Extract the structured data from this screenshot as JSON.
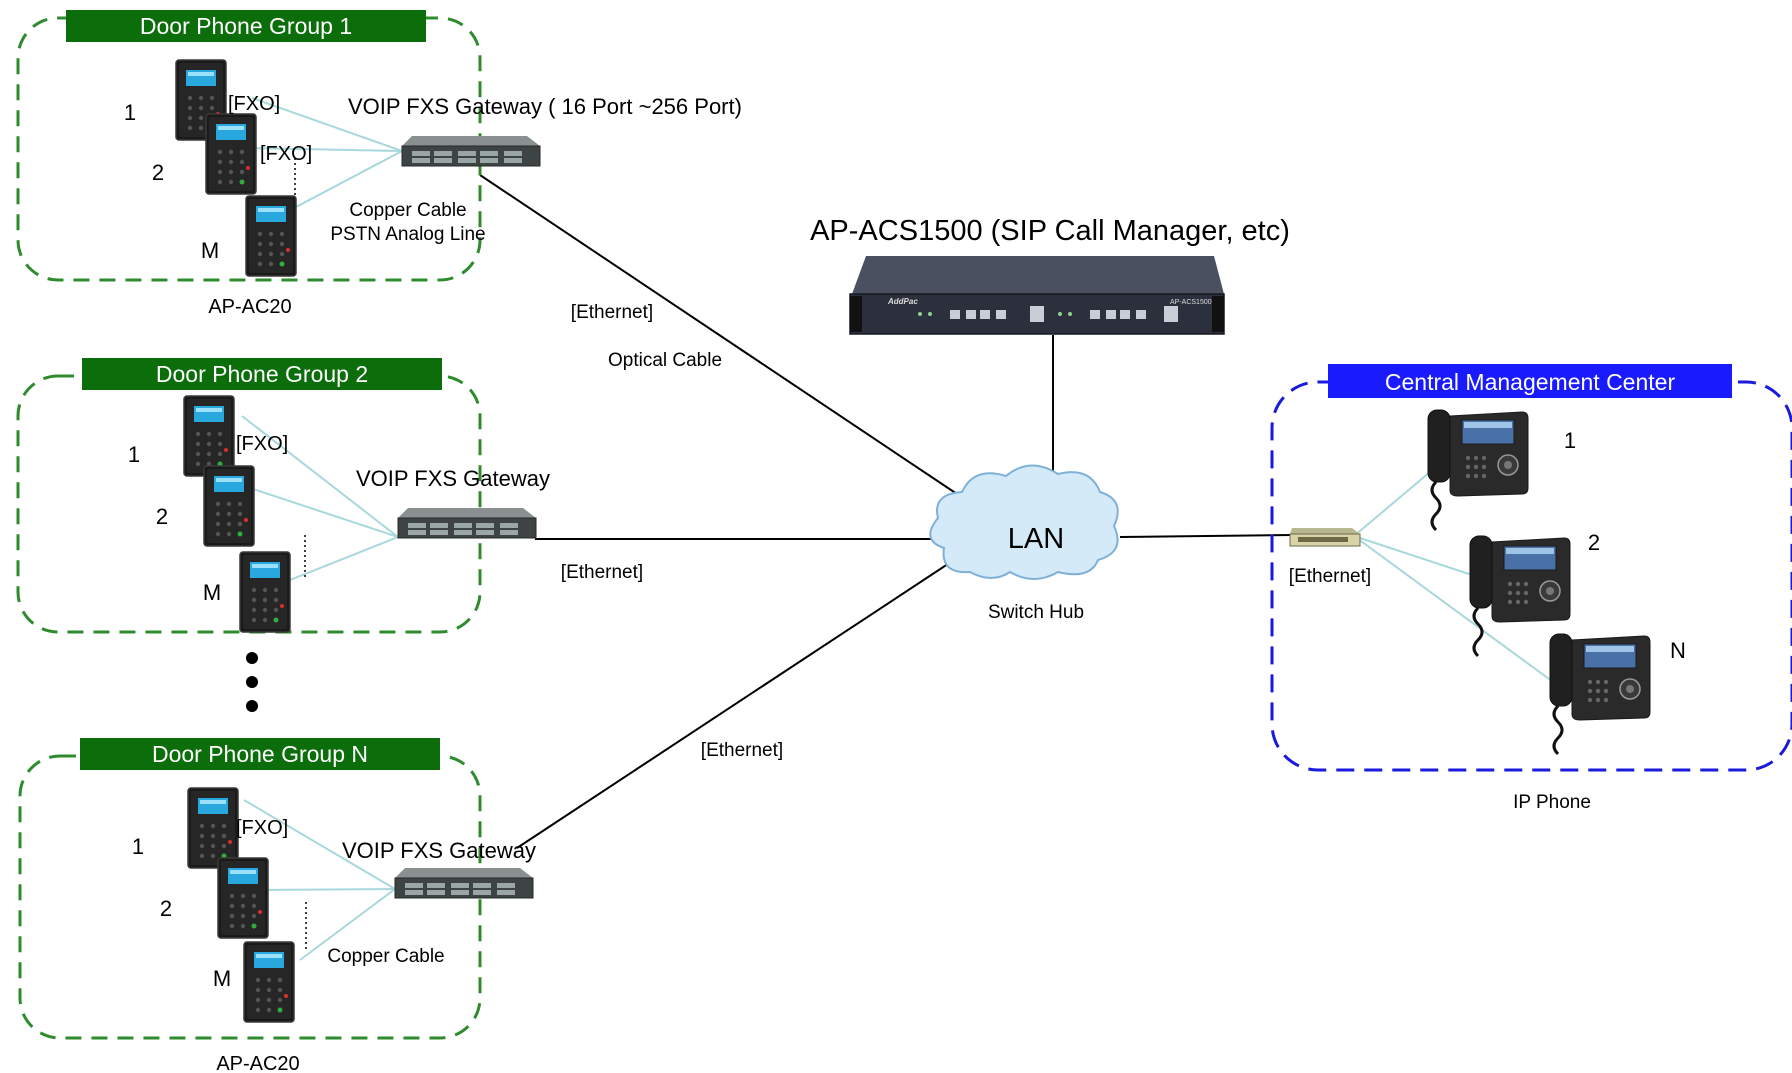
{
  "groups": [
    {
      "title": "Door Phone Group 1",
      "phone_numbers": [
        "1",
        "2",
        "M"
      ],
      "fxo_labels": [
        "[FXO]",
        "[FXO]"
      ],
      "gateway_label": "VOIP FXS  Gateway ( 16 Port ~256 Port)",
      "cable_label_1": "Copper Cable",
      "cable_label_2": "PSTN Analog Line",
      "device_label": "AP-AC20",
      "link_label_1": "[Ethernet]",
      "link_label_2": "Optical Cable"
    },
    {
      "title": "Door Phone Group 2",
      "phone_numbers": [
        "1",
        "2",
        "M"
      ],
      "fxo_labels": [
        "[FXO]"
      ],
      "gateway_label": "VOIP FXS  Gateway",
      "link_label_1": "[Ethernet]"
    },
    {
      "title": "Door  Phone Group N",
      "phone_numbers": [
        "1",
        "2",
        "M"
      ],
      "fxo_labels": [
        "[FXO]"
      ],
      "gateway_label": "VOIP FXS  Gateway",
      "cable_label_1": "Copper Cable",
      "device_label": "AP-AC20",
      "link_label_1": "[Ethernet]"
    }
  ],
  "server": {
    "label": "AP-ACS1500 (SIP Call Manager, etc)",
    "brand": "AddPac",
    "model": "AP-ACS1500"
  },
  "lan": {
    "label": "LAN",
    "sublabel": "Switch Hub"
  },
  "center": {
    "title": "Central Management Center",
    "phone_numbers": [
      "1",
      "2",
      "N"
    ],
    "link_label": "[Ethernet]",
    "device_label": "IP Phone"
  },
  "colors": {
    "group_border": "#2e8b2e",
    "group_title_bg": "#0b6e0b",
    "center_border": "#1a1adc",
    "center_title_bg": "#1a1aff",
    "wire_light": "#a8d8dc",
    "wire_dark": "#000000"
  }
}
